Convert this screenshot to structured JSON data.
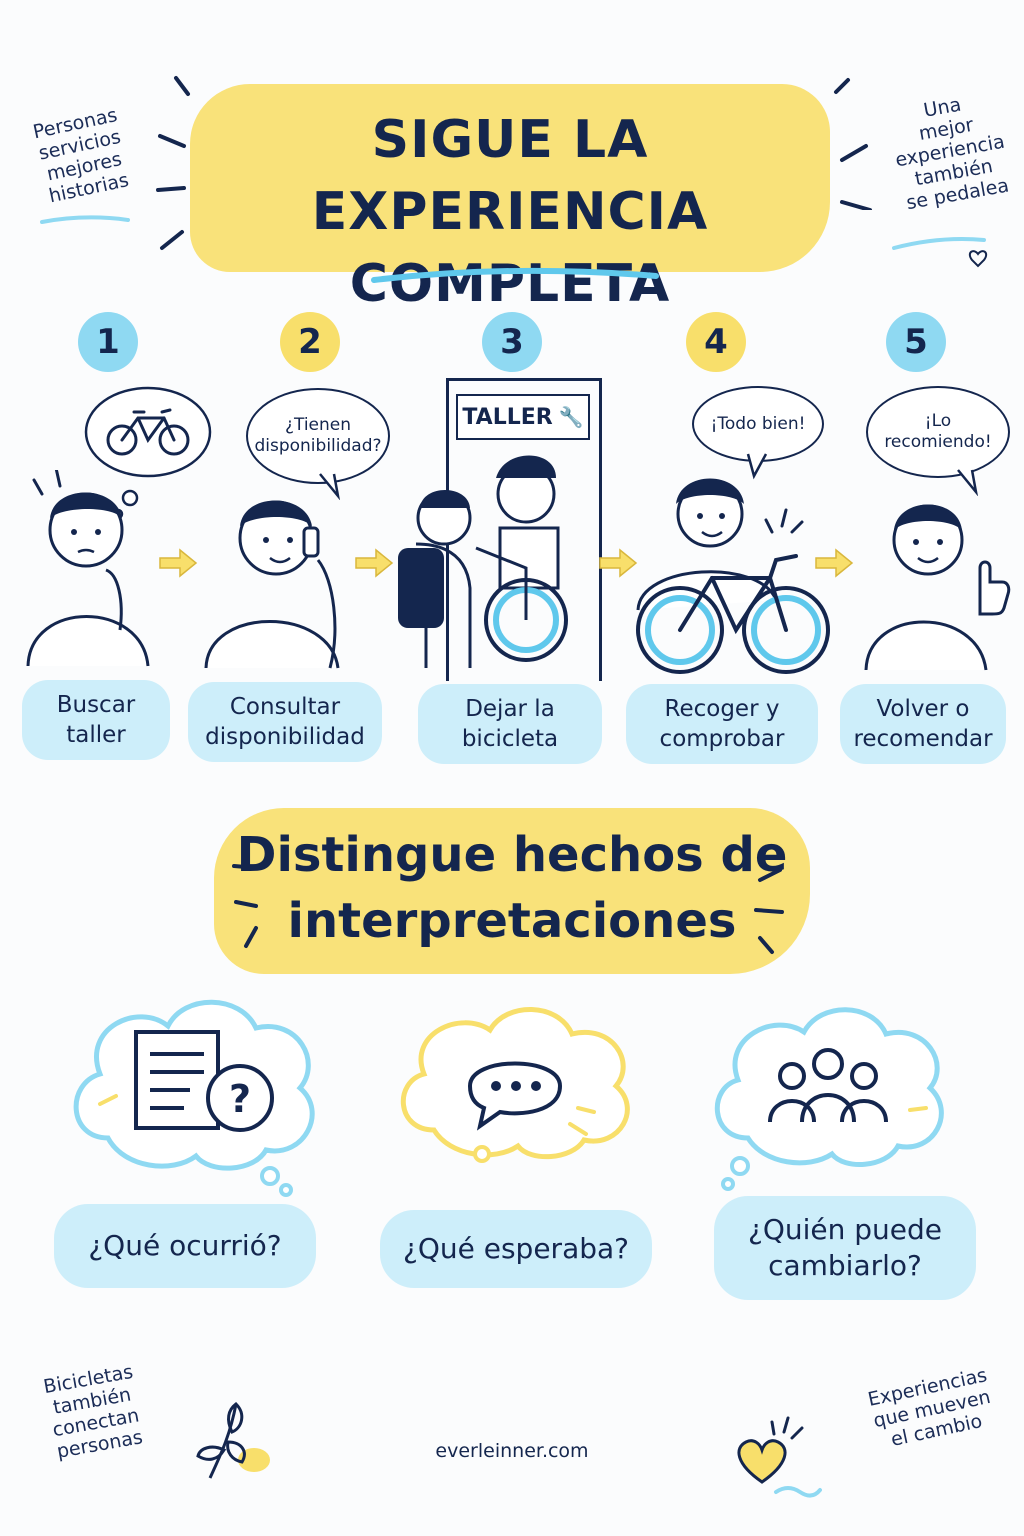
{
  "header": {
    "title": "Sigue la experiencia\ncompleta",
    "note_left": "Personas\nservicios\nmejores\nhistorias",
    "note_right": "Una\nmejor\nexperiencia\ntambién\nse pedalea"
  },
  "steps": [
    {
      "number": "1",
      "label": "Buscar\ntaller",
      "bubble": "",
      "icon": "bicycle-thought-icon"
    },
    {
      "number": "2",
      "label": "Consultar\ndisponibilidad",
      "bubble": "¿Tienen\ndisponibilidad?",
      "icon": "phone-icon"
    },
    {
      "number": "3",
      "label": "Dejar la\nbicicleta",
      "bubble": "",
      "icon": "wrench-icon"
    },
    {
      "number": "4",
      "label": "Recoger y\ncomprobar",
      "bubble": "¡Todo bien!",
      "icon": "bicycle-icon"
    },
    {
      "number": "5",
      "label": "Volver o\nrecomendar",
      "bubble": "¡Lo\nrecomiendo!",
      "icon": "thumbs-up-icon"
    }
  ],
  "workshop_sign": "TALLER",
  "section": {
    "title": "Distingue hechos de\ninterpretaciones"
  },
  "questions": [
    {
      "label": "¿Qué ocurrió?",
      "icon": "document-question-icon"
    },
    {
      "label": "¿Qué esperaba?",
      "icon": "speech-dots-icon"
    },
    {
      "label": "¿Quién puede\ncambiarlo?",
      "icon": "people-group-icon"
    }
  ],
  "footer": {
    "note_left": "Bicicletas\ntambién\nconectan\npersonas",
    "link": "everleinner.com",
    "note_right": "Experiencias\nque mueven\nel cambio"
  },
  "colors": {
    "ink": "#14264e",
    "accent_yellow": "#f9e27a",
    "accent_blue": "#8fd9f2",
    "label_blue": "#cdeefa"
  }
}
